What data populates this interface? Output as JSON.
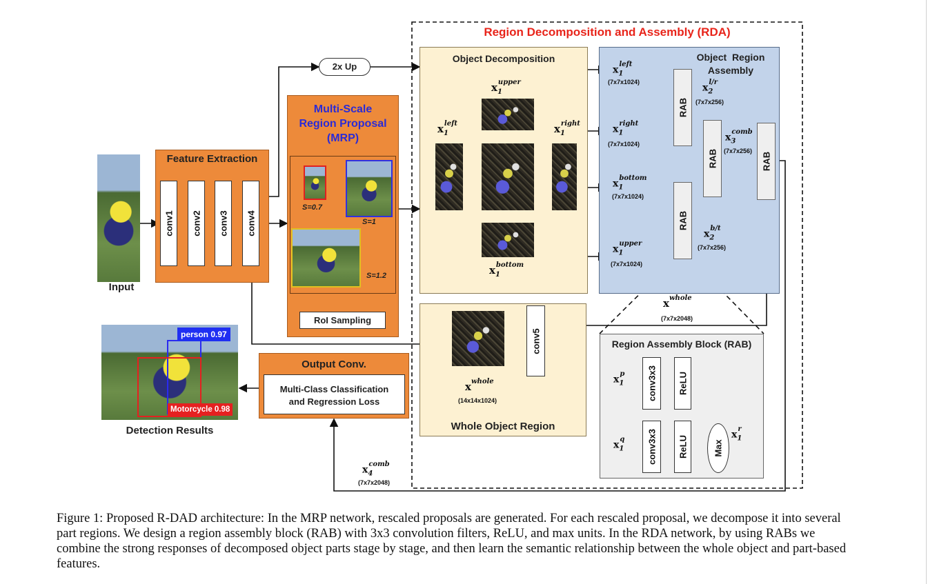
{
  "title_rda": "Region Decomposition and Assembly (RDA)",
  "input_label": "Input",
  "feature_extraction": {
    "title": "Feature Extraction",
    "layers": [
      "conv1",
      "conv2",
      "conv3",
      "conv4"
    ]
  },
  "mrp": {
    "title_line1": "Multi-Scale",
    "title_line2": "Region Proposal",
    "title_line3": "(MRP)",
    "scales": [
      "S=0.7",
      "S=1",
      "S=1.2"
    ],
    "roi_sampling": "RoI Sampling"
  },
  "upsample": "2x Up",
  "object_decomposition": {
    "title": "Object Decomposition",
    "parts": [
      "left",
      "upper",
      "right",
      "bottom"
    ]
  },
  "object_region_assembly": {
    "title_line1": "Object  Region",
    "title_line2": "Assembly",
    "rab": "RAB",
    "inputs": [
      {
        "sup": "left",
        "dim": "(7x7x1024)"
      },
      {
        "sup": "right",
        "dim": "(7x7x1024)"
      },
      {
        "sup": "bottom",
        "dim": "(7x7x1024)"
      },
      {
        "sup": "upper",
        "dim": "(7x7x1024)"
      }
    ],
    "x2_lr": {
      "sup": "l/r",
      "dim": "(7x7x256)"
    },
    "x2_bt": {
      "sup": "b/t",
      "dim": "(7x7x256)"
    },
    "x3_comb": {
      "sup": "comb",
      "dim": "(7x7x256)"
    }
  },
  "whole_object_region": {
    "title": "Whole Object Region",
    "conv5": "conv5",
    "x_whole_sup": "whole",
    "x_whole_dim_in": "(14x14x1024)",
    "x_whole_dim_out": "(7x7x2048)"
  },
  "rab_block": {
    "title": "Region Assembly Block (RAB)",
    "conv": "conv3x3",
    "relu": "ReLU",
    "max": "Max",
    "xp_sup": "p",
    "xq_sup": "q",
    "xr_sup": "r"
  },
  "output_conv": {
    "title": "Output Conv.",
    "loss_line1": "Multi-Class Classification",
    "loss_line2": "and Regression Loss"
  },
  "x4_comb": {
    "sup": "comb",
    "dim": "(7x7x2048)"
  },
  "detection": {
    "title": "Detection Results",
    "person": "person 0.97",
    "motorcycle": "Motorcycle 0.98"
  },
  "math_base": "x",
  "sub_1": "1",
  "sub_2": "2",
  "sub_3": "3",
  "sub_4": "4",
  "caption": "Figure 1: Proposed R-DAD architecture: In the MRP network, rescaled proposals are generated. For each rescaled proposal, we decompose it into several part regions. We design a region assembly block (RAB) with 3x3 convolution filters, ReLU, and max units. In the RDA network, by using RABs we combine the strong responses of decomposed object parts stage by stage, and then learn the semantic relationship between the whole object and part-based features."
}
